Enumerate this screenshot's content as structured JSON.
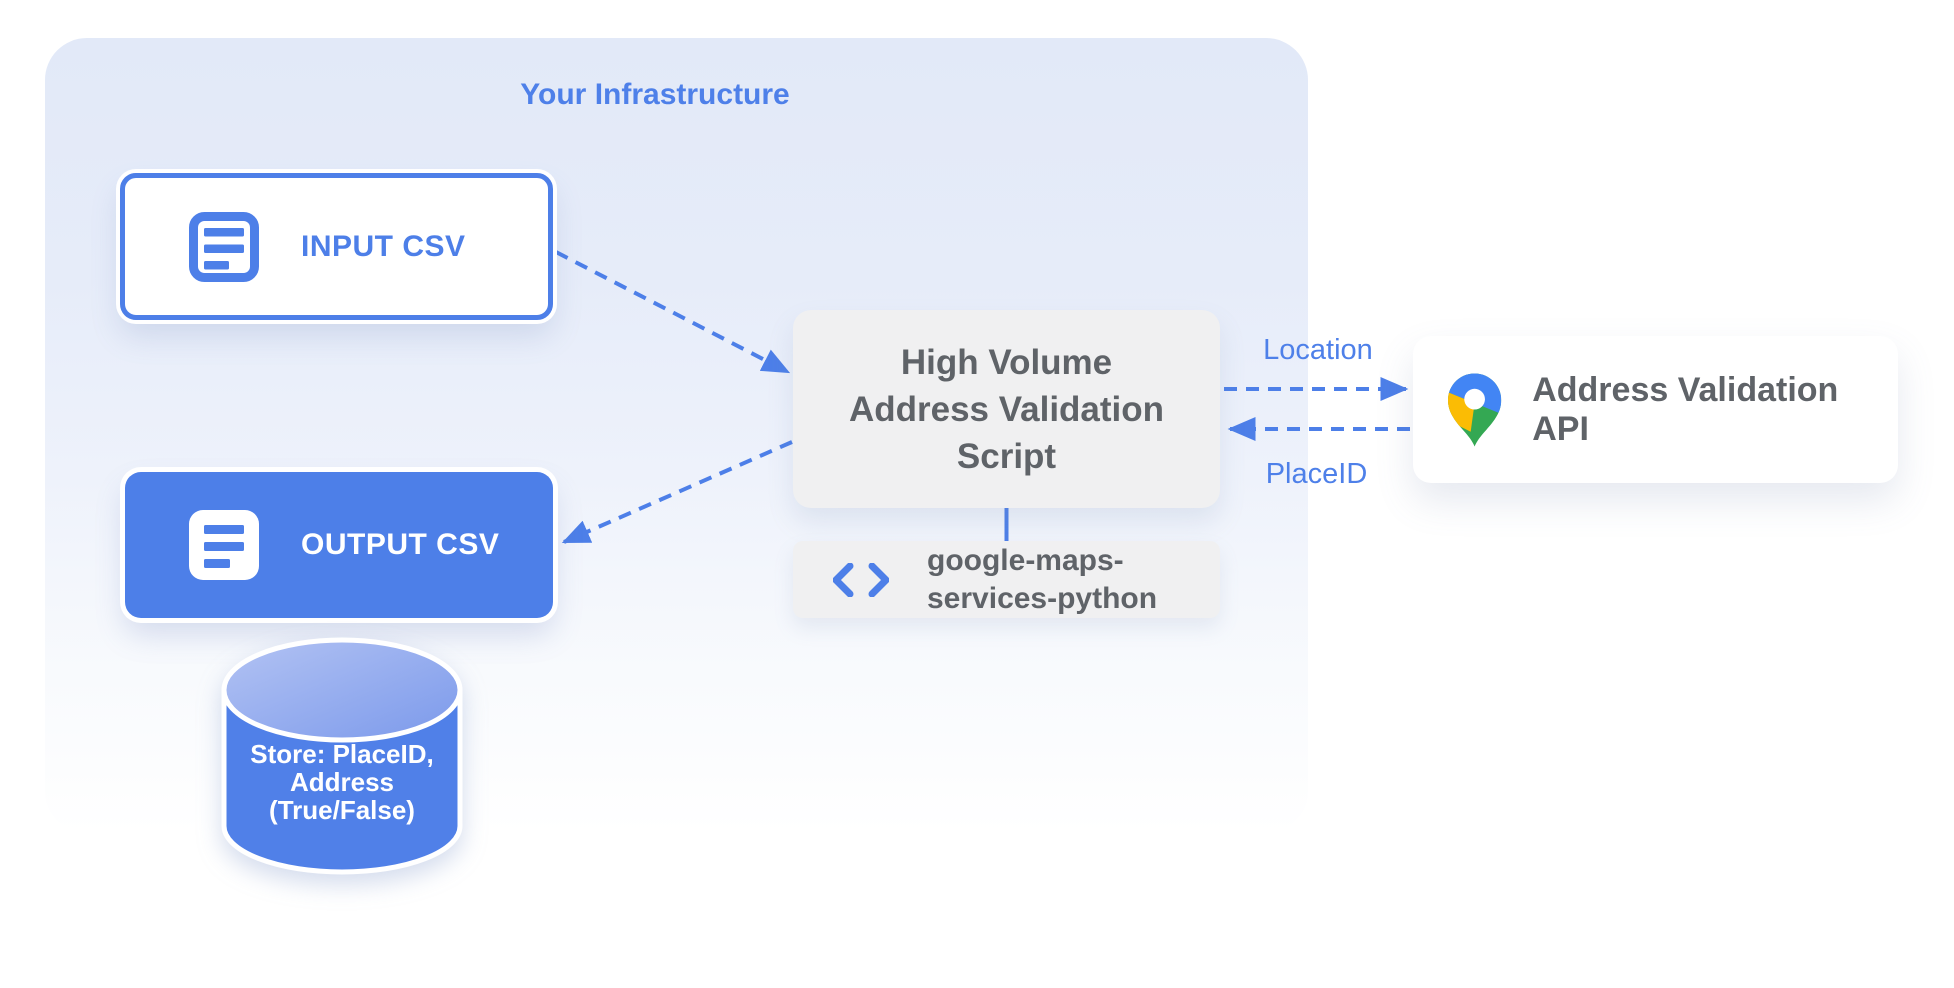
{
  "colors": {
    "primary_blue": "#4d7fe8",
    "label_blue": "#4e80e9",
    "box_gray": "#f0f0f1",
    "text_gray": "#5f6368",
    "infra_fill_top": "#e3eaf9",
    "cylinder_body": "#5080e8",
    "cylinder_top_light": "#acbef2",
    "pin_red": "#ea4335",
    "pin_blue": "#4285f4",
    "pin_yellow": "#fbbc04",
    "pin_green": "#34a853"
  },
  "infrastructure": {
    "title": "Your Infrastructure"
  },
  "nodes": {
    "input_csv": {
      "label": "INPUT CSV",
      "icon": "document-icon"
    },
    "output_csv": {
      "label": "OUTPUT CSV",
      "icon": "document-icon"
    },
    "datastore": {
      "label": "Store: PlaceID,\nAddress\n(True/False)",
      "icon": "database-cylinder"
    },
    "script": {
      "label": "High Volume\nAddress Validation\nScript"
    },
    "library": {
      "label": "google-maps-\nservices-python",
      "icon": "code-icon"
    },
    "api": {
      "label": "Address Validation API",
      "icon": "google-maps-pin-icon"
    }
  },
  "edges": {
    "location": {
      "label": "Location"
    },
    "placeid": {
      "label": "PlaceID"
    }
  }
}
